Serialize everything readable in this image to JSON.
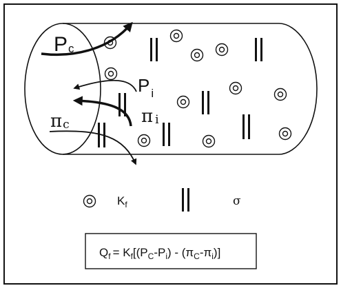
{
  "labels": {
    "pc_main": "P",
    "pc_sub": "c",
    "pi_main": "P",
    "pi_sub": "i",
    "pic_main": "π",
    "pic_sub": "c",
    "pii_main": "π",
    "pii_sub": "i"
  },
  "legend": {
    "kf_main": "K",
    "kf_sub": "f",
    "sigma": "σ"
  },
  "equation": {
    "q": "Q",
    "q_sub": "f",
    "eq_kf": "= K",
    "eq_kf_sub": "f",
    "open": "[(P",
    "pc_sub": "C",
    "minus1": "-P",
    "pi_sub": "i",
    "close1": ") -  (π",
    "pic_sub": "C",
    "minus2": "-π",
    "pii_sub": "i",
    "close2": ")]"
  },
  "colors": {
    "ink": "#111111",
    "background": "#ffffff"
  }
}
